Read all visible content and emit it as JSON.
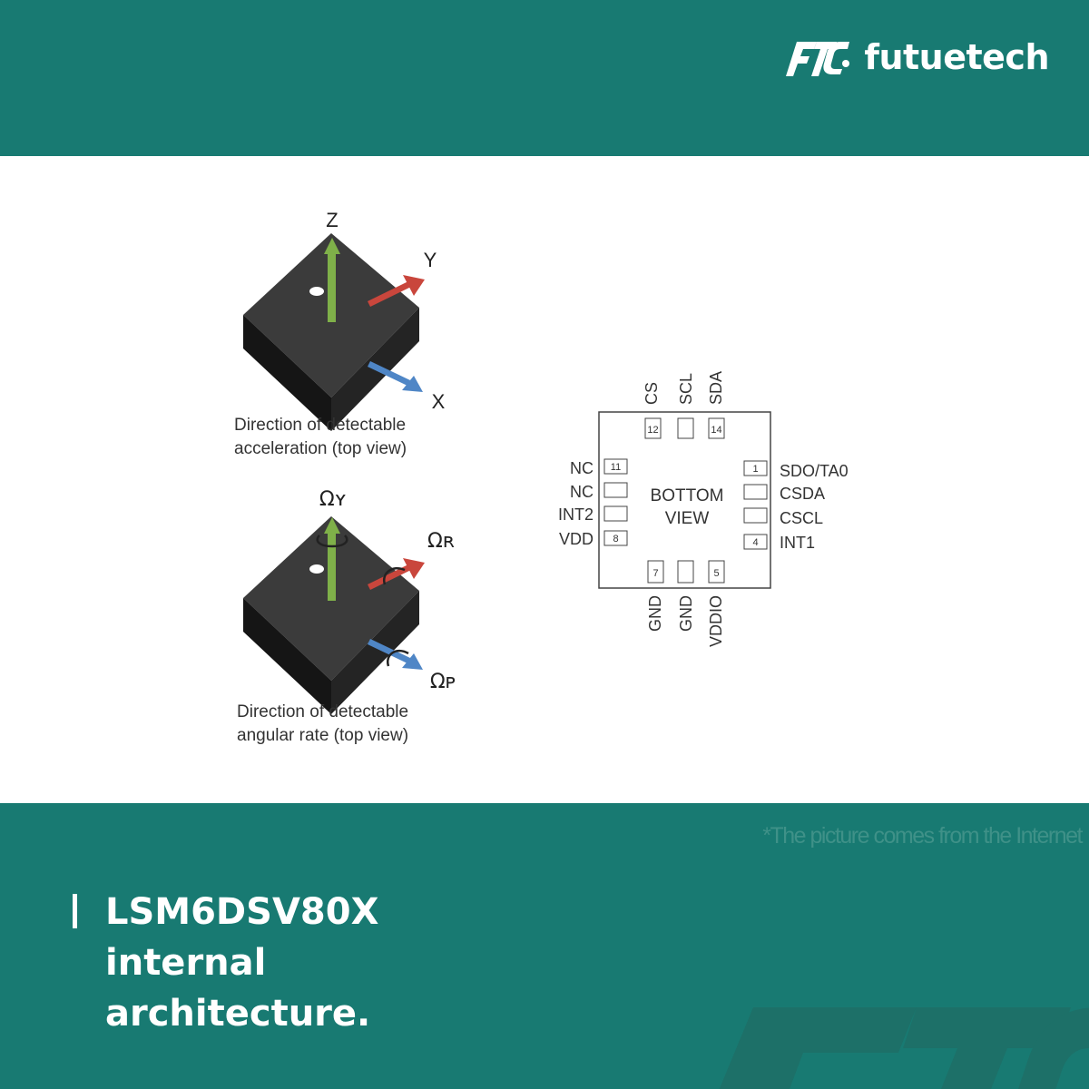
{
  "brand": {
    "name": "futuetech"
  },
  "diagram": {
    "accel": {
      "axes": {
        "z": "Z",
        "y": "Y",
        "x": "X"
      },
      "caption_line1": "Direction of detectable",
      "caption_line2": "acceleration (top view)"
    },
    "gyro": {
      "axes": {
        "yaw": "Ωʏ",
        "roll": "Ωʀ",
        "pitch": "Ωᴘ"
      },
      "caption_line1": "Direction of detectable",
      "caption_line2": "angular rate (top view)"
    },
    "package": {
      "center_line1": "BOTTOM",
      "center_line2": "VIEW",
      "top_pins": [
        {
          "label": "CS",
          "number": "12"
        },
        {
          "label": "SCL",
          "number": ""
        },
        {
          "label": "SDA",
          "number": "14"
        }
      ],
      "left_pins": [
        {
          "label": "NC",
          "number": "11"
        },
        {
          "label": "NC",
          "number": ""
        },
        {
          "label": "INT2",
          "number": ""
        },
        {
          "label": "VDD",
          "number": "8"
        }
      ],
      "right_pins": [
        {
          "label": "SDO/TA0",
          "number": "1"
        },
        {
          "label": "CSDA",
          "number": ""
        },
        {
          "label": "CSCL",
          "number": ""
        },
        {
          "label": "INT1",
          "number": "4"
        }
      ],
      "bottom_pins": [
        {
          "label": "GND",
          "number": "7"
        },
        {
          "label": "GND",
          "number": ""
        },
        {
          "label": "VDDIO",
          "number": "5"
        }
      ]
    }
  },
  "footer": {
    "credit": "*The picture comes from the Internet",
    "caption_line1": "LSM6DSV80X",
    "caption_line2": "internal",
    "caption_line3": "architecture."
  },
  "colors": {
    "teal": "#187a72",
    "accel_z": "#7fb049",
    "accel_y": "#c9463c",
    "accel_x": "#4f86c6",
    "chip": "#222222"
  }
}
